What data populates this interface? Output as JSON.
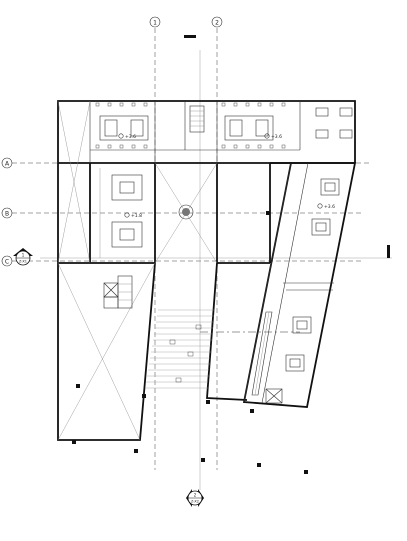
{
  "grid": {
    "vertical": [
      "1",
      "2"
    ],
    "horizontal": [
      "A",
      "B",
      "C"
    ]
  },
  "levels": {
    "upper_left": "+3.6",
    "upper_right": "+3.6",
    "center_left": "+1.8",
    "right_wing": "+3.6"
  },
  "section_marks": {
    "section_1": {
      "number": "1",
      "sheet": "Z-X1"
    },
    "section_2": {
      "number": "2",
      "sheet": "Z-X2"
    }
  },
  "colors": {
    "line": "#111111",
    "background": "#ffffff"
  }
}
